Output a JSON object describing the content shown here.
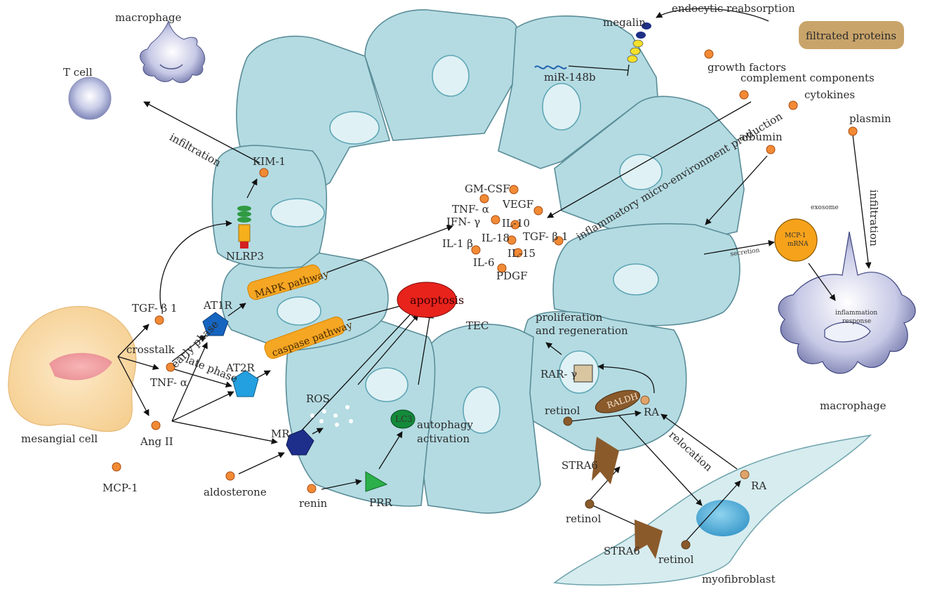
{
  "cells": {
    "tec": "TEC",
    "mesangial": "mesangial cell",
    "t_cell": "T cell",
    "macrophage_top": "macrophage",
    "macrophage_right": "macrophage",
    "myofibroblast": "myofibroblast",
    "exosome": "exosome",
    "mcp1_mrna": [
      "MCP-1",
      "mRNA"
    ],
    "inflammation_response": [
      "inflammation",
      "response"
    ]
  },
  "molecules": {
    "tgf_b1_left": "TGF- β 1",
    "tnf_a_left": "TNF- α",
    "ang_ii": "Ang II",
    "mcp1": "MCP-1",
    "aldosterone": "aldosterone",
    "renin": "renin",
    "kim1": "KIM-1",
    "nlrp3": "NLRP3",
    "at1r": "AT1R",
    "at2r": "AT2R",
    "mr": "MR",
    "prr": "PRR",
    "ros": "ROS",
    "lc3": "LC3",
    "megalin": "megalin",
    "mir148b": "miR-148b",
    "rar_g": "RAR- γ",
    "raldh": "RALDH",
    "retinol_tec": "retinol",
    "ra_tec": "RA",
    "stra6_top": "STRA6",
    "stra6_bottom": "STRA6",
    "retinol_out": "retinol",
    "retinol_myo": "retinol",
    "ra_myo": "RA",
    "albumin": "albumin",
    "growth_factors": "growth factors",
    "complement": "complement components",
    "cytokines": "cytokines",
    "plasmin": "plasmin"
  },
  "lumen_cytokines": {
    "gm_csf": "GM-CSF",
    "tnf_a": "TNF- α",
    "vegf": "VEGF",
    "ifn_g": "IFN- γ",
    "il10": "IL-10",
    "il18": "IL-18",
    "tgf_b1": "TGF- β 1",
    "il1b": "IL-1 β",
    "il15": "IL-15",
    "il6": "IL-6",
    "pdgf": "PDGF"
  },
  "pathways": {
    "mapk": "MAPK pathway",
    "caspase": "caspase pathway",
    "apoptosis": "apoptosis",
    "filtrated_proteins": "filtrated proteins"
  },
  "processes": {
    "infiltration_left": "infiltration",
    "infiltration_right": "infiltration",
    "crosstalk": "crosstalk",
    "early_phase": "early phase",
    "late_phase": "late phase",
    "endocytic": "endocytic reabsorption",
    "inflammatory_env": "inflammatory micro-environment production",
    "secretion": "secretion",
    "autophagy": [
      "autophagy",
      "activation"
    ],
    "proliferation": [
      "proliferation",
      "and regeneration"
    ],
    "relocation": "relocation"
  },
  "colors": {
    "cell_fill": "#b4dbe2",
    "nucleus_fill": "#dff1f4",
    "orange_dot": "#f28a35",
    "pill_orange": "#f5a623",
    "apoptosis_red": "#e8231c",
    "filtrated_box": "#c9a46a",
    "mesangial_fill": "#f9d9a6",
    "receptor_blue": "#1565c0",
    "mr_navy": "#1d2f8a",
    "prr_green": "#2bb04a",
    "lc3_green": "#138a3a"
  }
}
